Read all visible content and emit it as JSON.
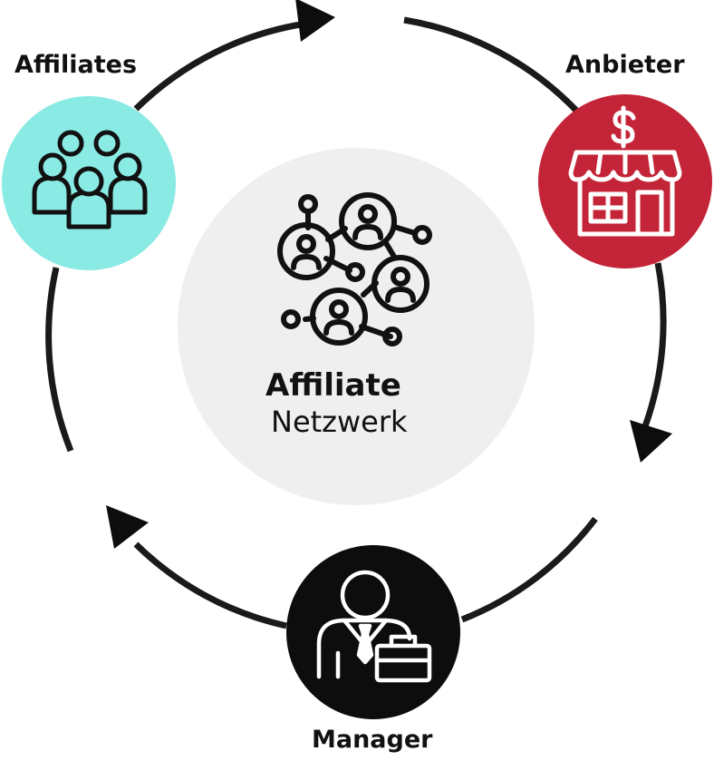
{
  "center": {
    "title": "Affiliate",
    "subtitle": "Netzwerk",
    "color": "#efefef"
  },
  "nodes": [
    {
      "key": "affiliates",
      "label": "Affiliates",
      "color": "#8aeae4",
      "icon": "people-group-icon"
    },
    {
      "key": "anbieter",
      "label": "Anbieter",
      "color": "#c42437",
      "icon": "shop-dollar-icon"
    },
    {
      "key": "manager",
      "label": "Manager",
      "color": "#0d0d0d",
      "icon": "businessman-briefcase-icon"
    }
  ],
  "cycle_color": "#111111",
  "center_icon": "network-people-icon"
}
